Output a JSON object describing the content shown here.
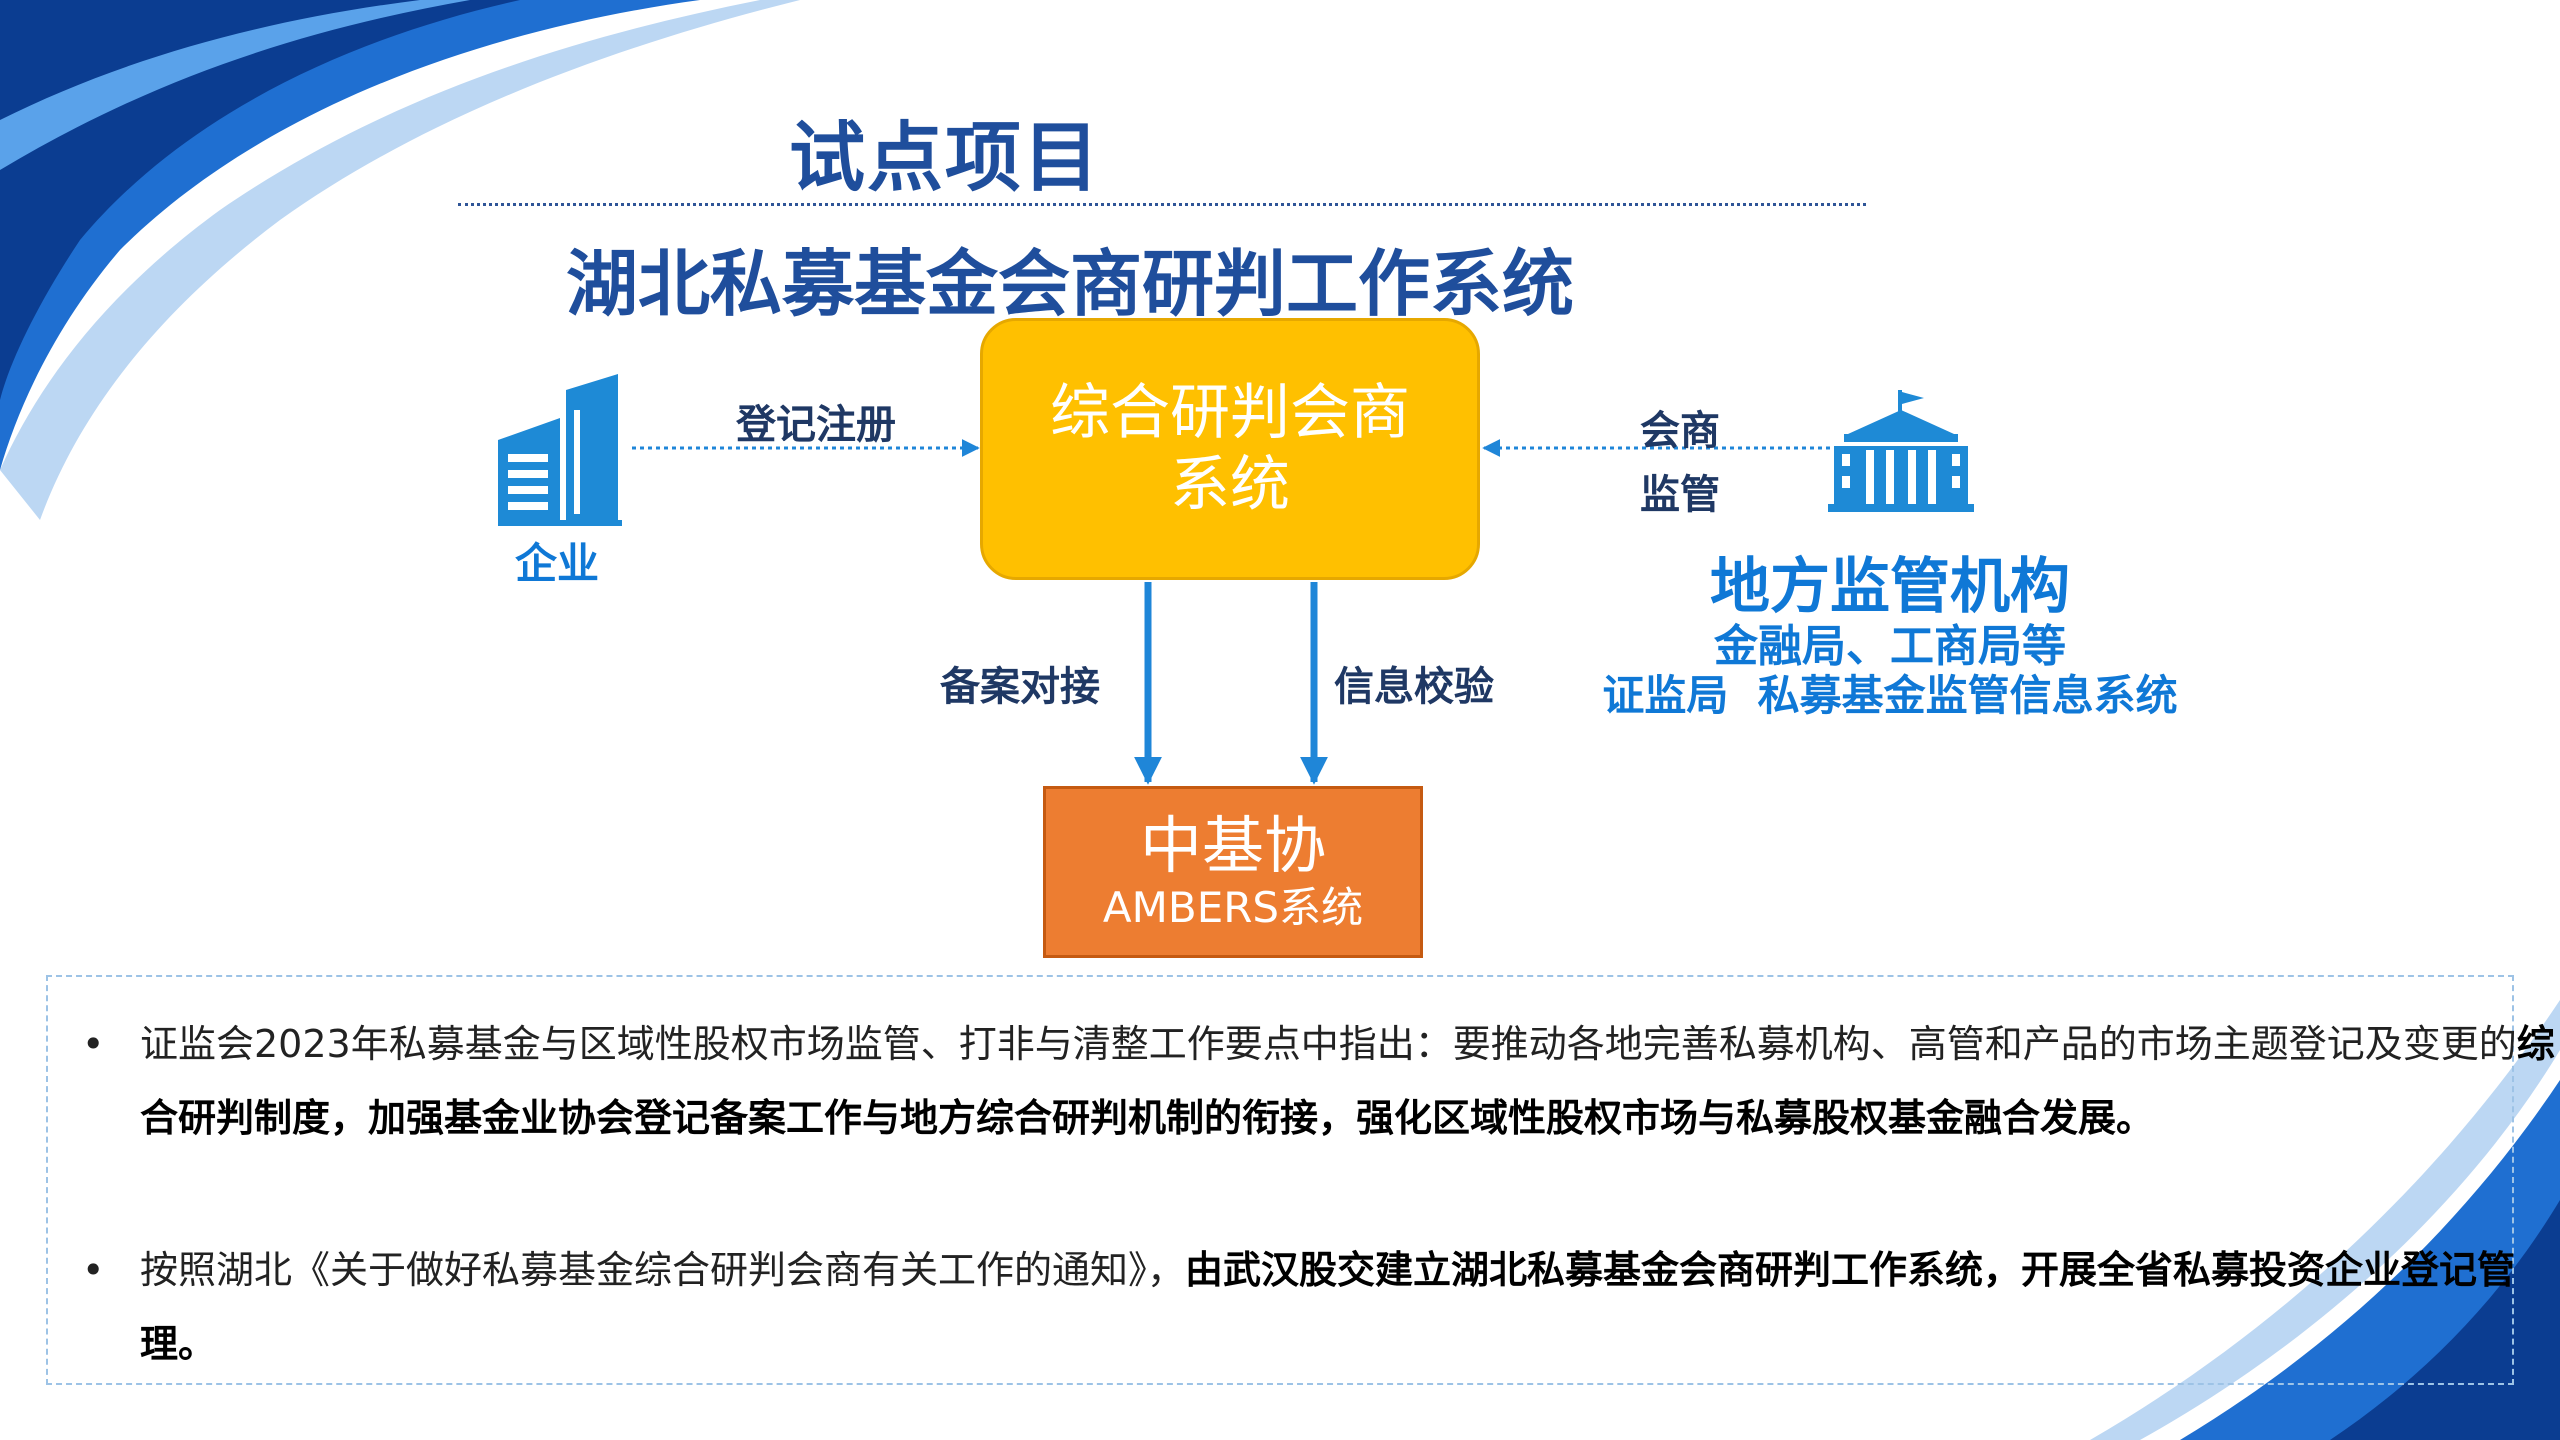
{
  "header": {
    "title": "试点项目",
    "subtitle": "湖北私募基金会商研判工作系统"
  },
  "diagram": {
    "central_box": {
      "line1": "综合研判会商",
      "line2": "系统"
    },
    "amac_box": {
      "line1": "中基协",
      "line2": "AMBERS系统"
    },
    "enterprise": {
      "label": "企业",
      "icon": "building-icon"
    },
    "regulator": {
      "icon": "government-building-icon",
      "title": "地方监管机构",
      "line1": "金融局、工商局等",
      "line2": "证监局  私募基金监管信息系统"
    },
    "edges": {
      "register": "登记注册",
      "consult_line1": "会商",
      "consult_line2": "监管",
      "filing": "备案对接",
      "verification": "信息校验"
    }
  },
  "bullets": [
    {
      "normal": "证监会2023年私募基金与区域性股权市场监管、打非与清整工作要点中指出：要推动各地完善私募机构、高管和产品的市场主题登记及变更的",
      "bold": "综合研判制度，加强基金业协会登记备案工作与地方综合研判机制的衔接，强化区域性股权市场与私募股权基金融合发展。"
    },
    {
      "normal": "按照湖北《关于做好私募基金综合研判会商有关工作的通知》，",
      "bold": "由武汉股交建立湖北私募基金会商研判工作系统，开展全省私募投资企业登记管理。"
    }
  ],
  "colors": {
    "title": "#1f4e9c",
    "central_box": "#ffc000",
    "amac_box": "#ed7d31",
    "accent_blue": "#0f78d6"
  }
}
